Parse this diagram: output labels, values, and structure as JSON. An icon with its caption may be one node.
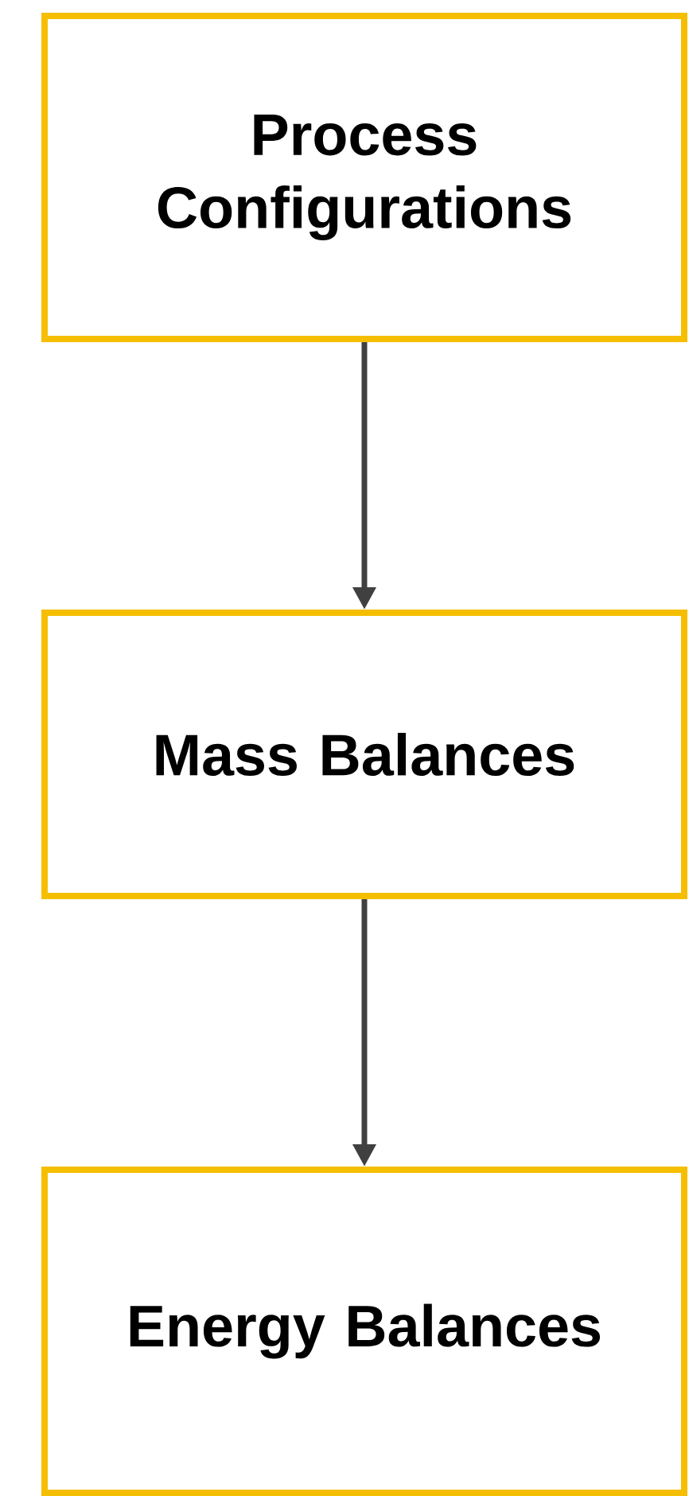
{
  "diagram": {
    "nodes": [
      {
        "text": [
          "Process Configurations"
        ]
      },
      {
        "text": [
          "Mass Balances"
        ]
      },
      {
        "text": [
          "Energy Balances"
        ]
      }
    ],
    "edges": [
      {
        "from": 0,
        "to": 1,
        "arrow": "to"
      },
      {
        "from": 1,
        "to": 2,
        "arrow": "to"
      }
    ]
  }
}
